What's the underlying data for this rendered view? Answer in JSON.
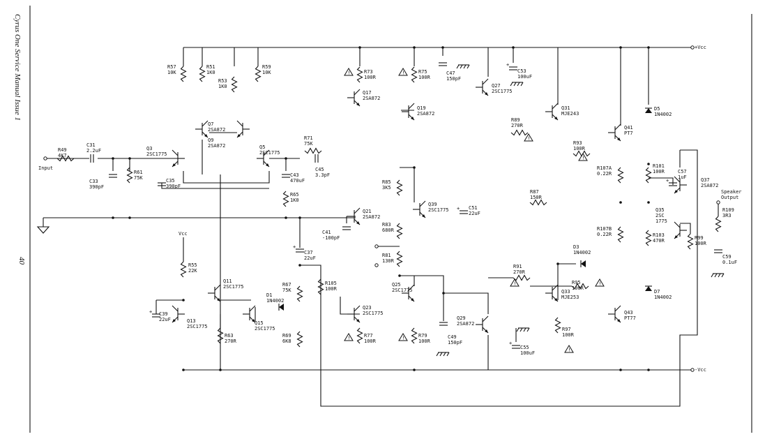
{
  "side_title": "Cyrus One Service Manual Issue 1",
  "page_number": "40",
  "nets": {
    "vcc_pos": "+Vcc",
    "vcc_neg": "-Vcc",
    "vcc_local": "Vcc",
    "input": "Input",
    "speaker_output_1": "Speaker",
    "speaker_output_2": "Output"
  },
  "components": {
    "R49": {
      "ref": "R49",
      "val": "4K7"
    },
    "C31": {
      "ref": "C31",
      "val": "2.2uF"
    },
    "C33": {
      "ref": "C33",
      "val": "390pF"
    },
    "R61": {
      "ref": "R61",
      "val": "75K"
    },
    "Q3": {
      "ref": "Q3",
      "val": "2SC1775"
    },
    "C35": {
      "ref": "C35",
      "val": "390pF"
    },
    "R57": {
      "ref": "R57",
      "val": "10K"
    },
    "R51": {
      "ref": "R51",
      "val": "1K0"
    },
    "R53": {
      "ref": "R53",
      "val": "1K0"
    },
    "R59": {
      "ref": "R59",
      "val": "10K"
    },
    "Q7": {
      "ref": "Q7",
      "val": "2SA872"
    },
    "Q9": {
      "ref": "Q9",
      "val": "2SA872"
    },
    "Q5": {
      "ref": "Q5",
      "val": "2SC1775"
    },
    "R71": {
      "ref": "R71",
      "val": "75K"
    },
    "C45": {
      "ref": "C45",
      "val": "3.3pF"
    },
    "C43": {
      "ref": "C43",
      "val": "470uF"
    },
    "R65": {
      "ref": "R65",
      "val": "1K0"
    },
    "R73": {
      "ref": "R73",
      "val": "100R"
    },
    "Q17": {
      "ref": "Q17",
      "val": "2SA872"
    },
    "R75": {
      "ref": "R75",
      "val": "100R"
    },
    "C47": {
      "ref": "C47",
      "val": "150pF"
    },
    "Q19": {
      "ref": "Q19",
      "val": "2SA872"
    },
    "Q27": {
      "ref": "Q27",
      "val": "2SC1775"
    },
    "C53": {
      "ref": "C53",
      "val": "100uF"
    },
    "Q31": {
      "ref": "Q31",
      "val": "MJE243"
    },
    "R89": {
      "ref": "R89",
      "val": "270R"
    },
    "Q41": {
      "ref": "Q41",
      "val": "PT7"
    },
    "D5": {
      "ref": "D5",
      "val": "1N4002"
    },
    "R93": {
      "ref": "R93",
      "val": "100R"
    },
    "R107A": {
      "ref": "R107A",
      "val": "0.22R"
    },
    "R101": {
      "ref": "R101",
      "val": "100R"
    },
    "C57": {
      "ref": "C57",
      "val": "1uF"
    },
    "Q37": {
      "ref": "Q37",
      "val": "2SA872"
    },
    "R87": {
      "ref": "R87",
      "val": "150R"
    },
    "R85": {
      "ref": "R85",
      "val": "3K5"
    },
    "Q39": {
      "ref": "Q39",
      "val": "2SC1775"
    },
    "C51": {
      "ref": "C51",
      "val": "22uF"
    },
    "R83": {
      "ref": "R83",
      "val": "680R"
    },
    "R81": {
      "ref": "R81",
      "val": "130R"
    },
    "Q21": {
      "ref": "Q21",
      "val": "2SA872"
    },
    "C41": {
      "ref": "C41",
      "val": "-100pF"
    },
    "Q35": {
      "ref": "Q35",
      "val": "2SC",
      "val2": "1775"
    },
    "R109": {
      "ref": "R109",
      "val": "3R3"
    },
    "R99": {
      "ref": "R99",
      "val": "100R"
    },
    "C59": {
      "ref": "C59",
      "val": "0.1uF"
    },
    "R107B": {
      "ref": "R107B",
      "val": "0.22R"
    },
    "R103": {
      "ref": "R103",
      "val": "470R"
    },
    "D3": {
      "ref": "D3",
      "val": "1N4002"
    },
    "R91": {
      "ref": "R91",
      "val": "270R"
    },
    "R95": {
      "ref": "R95",
      "val": "100R"
    },
    "Q33": {
      "ref": "Q33",
      "val": "MJE253"
    },
    "D7": {
      "ref": "D7",
      "val": "1N4002"
    },
    "Q43": {
      "ref": "Q43",
      "val": "PT77"
    },
    "R97": {
      "ref": "R97",
      "val": "100R"
    },
    "C55": {
      "ref": "C55",
      "val": "100uF"
    },
    "Q29": {
      "ref": "Q29",
      "val": "2SA872"
    },
    "C49": {
      "ref": "C49",
      "val": "150pF"
    },
    "R79": {
      "ref": "R79",
      "val": "100R"
    },
    "Q25": {
      "ref": "Q25",
      "val": "2SC1775"
    },
    "Q23": {
      "ref": "Q23",
      "val": "2SC1775"
    },
    "R77": {
      "ref": "R77",
      "val": "100R"
    },
    "C37": {
      "ref": "C37",
      "val": "22uF"
    },
    "R105": {
      "ref": "R105",
      "val": "100R"
    },
    "R67": {
      "ref": "R67",
      "val": "75K"
    },
    "R69": {
      "ref": "R69",
      "val": "6K8"
    },
    "D1": {
      "ref": "D1",
      "val": "1N4002"
    },
    "Q15": {
      "ref": "Q15",
      "val": "2SC1775"
    },
    "Q11": {
      "ref": "Q11",
      "val": "2SC1775"
    },
    "R55": {
      "ref": "R55",
      "val": "22K"
    },
    "C39": {
      "ref": "C39",
      "val": "22uF"
    },
    "Q13": {
      "ref": "Q13",
      "val": "2SC1775"
    },
    "R63": {
      "ref": "R63",
      "val": "270R"
    }
  }
}
